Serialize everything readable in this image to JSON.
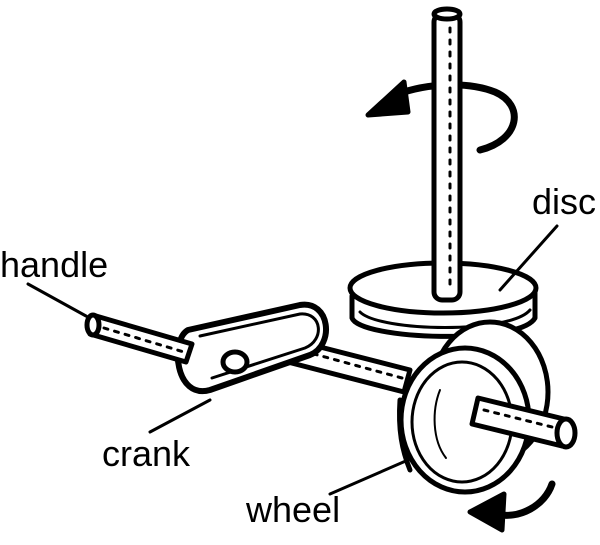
{
  "labels": {
    "disc": "disc",
    "handle": "handle",
    "crank": "crank",
    "wheel": "wheel"
  },
  "colors": {
    "ink": "#000000",
    "paper": "#ffffff"
  }
}
